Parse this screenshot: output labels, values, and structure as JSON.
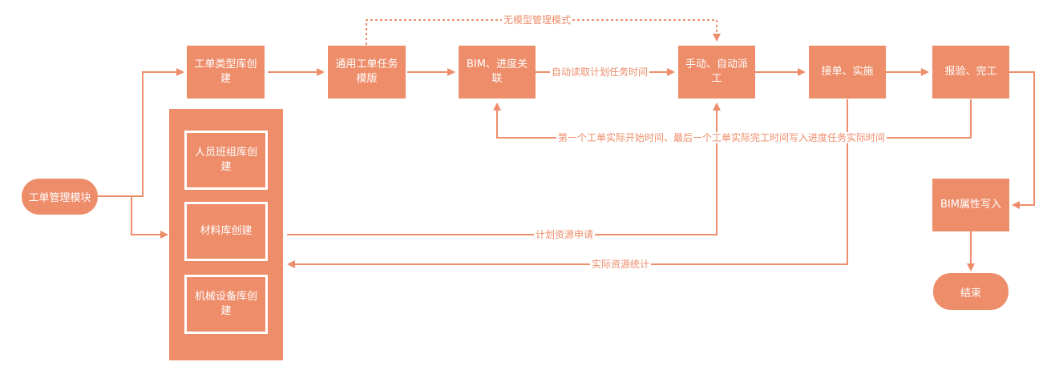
{
  "nodes": {
    "start": "工单管理模块",
    "n1": "工单类型库创建",
    "n2": "通用工单任务模版",
    "n3": "BIM、进度关联",
    "n4": "手动、自动派工",
    "n5": "接单、实施",
    "n6": "报验、完工",
    "n7": "BIM属性写入",
    "end": "结束"
  },
  "group": {
    "items": [
      "人员班组库创建",
      "材料库创建",
      "机械设备库创建"
    ]
  },
  "labels": {
    "no_model": "无模型管理模式",
    "auto_read": "自动读取计划任务时间",
    "write_back": "第一个工单实际开始时间、最后一个工单实际完工时间写入进度任务实际时间",
    "resource_request": "计划资源申请",
    "resource_stats": "实际资源统计"
  },
  "colors": {
    "accent": "#EE8D6A",
    "background": "#FFFFFF"
  }
}
